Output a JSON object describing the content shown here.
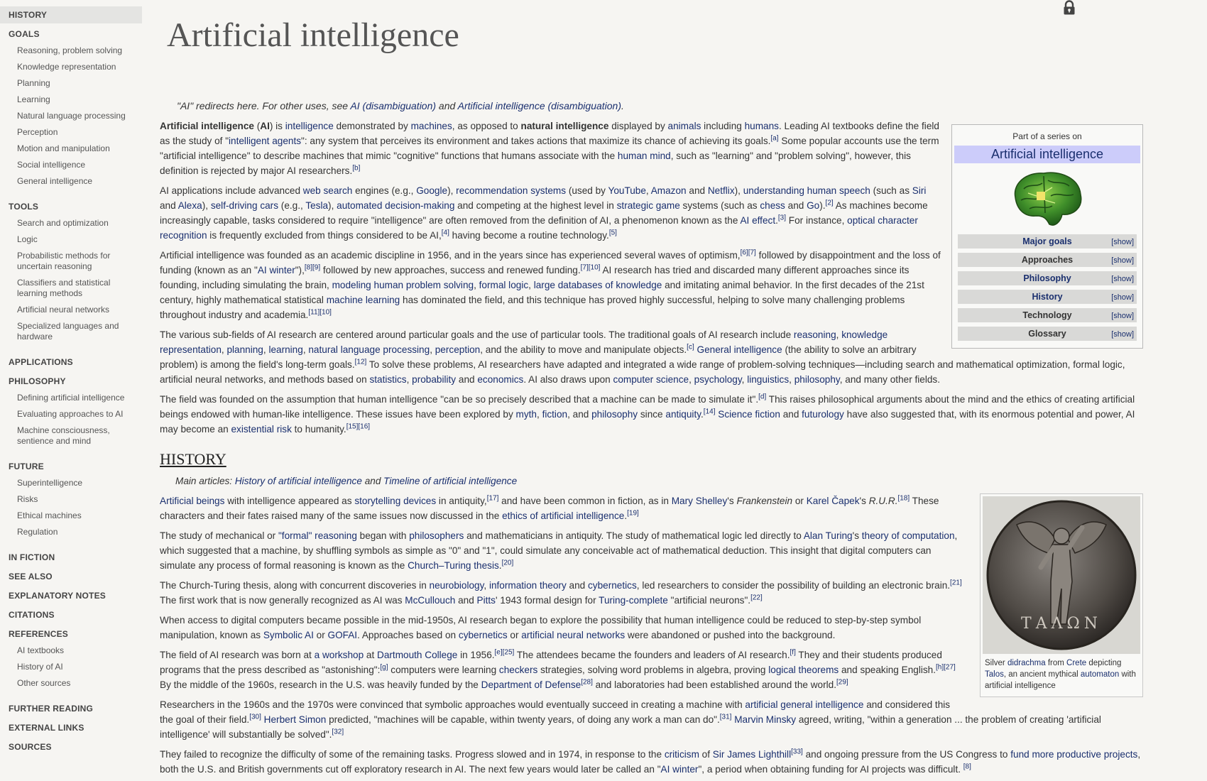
{
  "sidebar": {
    "sections": [
      {
        "label": "HISTORY",
        "items": []
      },
      {
        "label": "GOALS",
        "items": [
          "Reasoning, problem solving",
          "Knowledge representation",
          "Planning",
          "Learning",
          "Natural language processing",
          "Perception",
          "Motion and manipulation",
          "Social intelligence",
          "General intelligence"
        ]
      },
      {
        "label": "TOOLS",
        "items": [
          "Search and optimization",
          "Logic",
          "Probabilistic methods for uncertain reasoning",
          "Classifiers and statistical learning methods",
          "Artificial neural networks",
          "Specialized languages and hardware"
        ]
      },
      {
        "label": "APPLICATIONS",
        "items": []
      },
      {
        "label": "PHILOSOPHY",
        "items": [
          "Defining artificial intelligence",
          "Evaluating approaches to AI",
          "Machine consciousness, sentience and mind"
        ]
      },
      {
        "label": "FUTURE",
        "items": [
          "Superintelligence",
          "Risks",
          "Ethical machines",
          "Regulation"
        ]
      },
      {
        "label": "IN FICTION",
        "items": []
      },
      {
        "label": "SEE ALSO",
        "items": []
      },
      {
        "label": "EXPLANATORY NOTES",
        "items": []
      },
      {
        "label": "CITATIONS",
        "items": []
      },
      {
        "label": "REFERENCES",
        "items": [
          "AI textbooks",
          "History of AI",
          "Other sources"
        ]
      },
      {
        "label": "FURTHER READING",
        "items": []
      },
      {
        "label": "EXTERNAL LINKS",
        "items": []
      },
      {
        "label": "SOURCES",
        "items": []
      }
    ]
  },
  "page": {
    "title": "Artificial intelligence",
    "hatnote_html": "\"AI\" redirects here. For other uses, see <a>AI (disambiguation)</a> and <a>Artificial intelligence (disambiguation)</a>."
  },
  "infobox": {
    "part_of": "Part of a series on",
    "title": "Artificial intelligence",
    "rows": [
      {
        "label": "Major goals",
        "show": "[show]"
      },
      {
        "label": "Approaches",
        "show": "[show]"
      },
      {
        "label": "Philosophy",
        "show": "[show]"
      },
      {
        "label": "History",
        "show": "[show]"
      },
      {
        "label": "Technology",
        "show": "[show]"
      },
      {
        "label": "Glossary",
        "show": "[show]"
      }
    ]
  },
  "intro_paragraphs": [
    "<b>Artificial intelligence</b> (<b>AI</b>) is <a>intelligence</a> demonstrated by <a>machines</a>, as opposed to <b>natural intelligence</b> displayed by <a>animals</a> including <a>humans</a>. Leading AI textbooks define the field as the study of \"<a>intelligent agents</a>\": any system that perceives its environment and takes actions that maximize its chance of achieving its goals.<sup><a>[a]</a></sup> Some popular accounts use the term \"artificial intelligence\" to describe machines that mimic \"cognitive\" functions that humans associate with the <a>human mind</a>, such as \"learning\" and \"problem solving\", however, this definition is rejected by major AI researchers.<sup><a>[b]</a></sup>",
    "AI applications include advanced <a>web search</a> engines (e.g., <a>Google</a>), <a>recommendation systems</a> (used by <a>YouTube</a>, <a>Amazon</a> and <a>Netflix</a>), <a>understanding human speech</a> (such as <a>Siri</a> and <a>Alexa</a>), <a>self-driving cars</a> (e.g., <a>Tesla</a>), <a>automated decision-making</a> and competing at the highest level in <a>strategic game</a> systems (such as <a>chess</a> and <a>Go</a>).<sup><a>[2]</a></sup> As machines become increasingly capable, tasks considered to require \"intelligence\" are often removed from the definition of AI, a phenomenon known as the <a>AI effect</a>.<sup><a>[3]</a></sup> For instance, <a>optical character recognition</a> is frequently excluded from things considered to be AI,<sup><a>[4]</a></sup> having become a routine technology.<sup><a>[5]</a></sup>",
    "Artificial intelligence was founded as an academic discipline in 1956, and in the years since has experienced several waves of optimism,<sup><a>[6][7]</a></sup> followed by disappointment and the loss of funding (known as an \"<a>AI winter</a>\"),<sup><a>[8][9]</a></sup> followed by new approaches, success and renewed funding.<sup><a>[7][10]</a></sup> AI research has tried and discarded many different approaches since its founding, including simulating the brain, <a>modeling human problem solving</a>, <a>formal logic</a>, <a>large databases of knowledge</a> and imitating animal behavior. In the first decades of the 21st century, highly mathematical statistical <a>machine learning</a> has dominated the field, and this technique has proved highly successful, helping to solve many challenging problems throughout industry and academia.<sup><a>[11][10]</a></sup>",
    "The various sub-fields of AI research are centered around particular goals and the use of particular tools. The traditional goals of AI research include <a>reasoning</a>, <a>knowledge representation</a>, <a>planning</a>, <a>learning</a>, <a>natural language processing</a>, <a>perception</a>, and the ability to move and manipulate objects.<sup><a>[c]</a></sup> <a>General intelligence</a> (the ability to solve an arbitrary problem) is among the field's long-term goals.<sup><a>[12]</a></sup> To solve these problems, AI researchers have adapted and integrated a wide range of problem-solving techniques—including search and mathematical optimization, formal logic, artificial neural networks, and methods based on <a>statistics</a>, <a>probability</a> and <a>economics</a>. AI also draws upon <a>computer science</a>, <a>psychology</a>, <a>linguistics</a>, <a>philosophy</a>, and many other fields.",
    "The field was founded on the assumption that human intelligence \"can be so precisely described that a machine can be made to simulate it\".<sup><a>[d]</a></sup> This raises philosophical arguments about the mind and the ethics of creating artificial beings endowed with human-like intelligence. These issues have been explored by <a>myth</a>, <a>fiction</a>, and <a>philosophy</a> since <a>antiquity</a>.<sup><a>[14]</a></sup> <a>Science fiction</a> and <a>futurology</a> have also suggested that, with its enormous potential and power, AI may become an <a>existential risk</a> to humanity.<sup><a>[15][16]</a></sup>"
  ],
  "history": {
    "heading": "HISTORY",
    "hatnote_html": "Main articles: <a>History of artificial intelligence</a> and <a>Timeline of artificial intelligence</a>",
    "figure_caption_html": "Silver <a>didrachma</a> from <a>Crete</a> depicting <a>Talos</a>, an ancient mythical <a>automaton</a> with artificial intelligence",
    "coin_inscription": "ΤΑΛΩΝ",
    "paragraphs": [
      "<a>Artificial beings</a> with intelligence appeared as <a>storytelling devices</a> in antiquity,<sup><a>[17]</a></sup> and have been common in fiction, as in <a>Mary Shelley</a>'s <i>Frankenstein</i> or <a>Karel Čapek</a>'s <i>R.U.R.</i><sup><a>[18]</a></sup> These characters and their fates raised many of the same issues now discussed in the <a>ethics of artificial intelligence</a>.<sup><a>[19]</a></sup>",
      "The study of mechanical or <a>\"formal\" reasoning</a> began with <a>philosophers</a> and mathematicians in antiquity. The study of mathematical logic led directly to <a>Alan Turing</a>'s <a>theory of computation</a>, which suggested that a machine, by shuffling symbols as simple as \"0\" and \"1\", could simulate any conceivable act of mathematical deduction. This insight that digital computers can simulate any process of formal reasoning is known as the <a>Church–Turing thesis</a>.<sup><a>[20]</a></sup>",
      "The Church-Turing thesis, along with concurrent discoveries in <a>neurobiology</a>, <a>information theory</a> and <a>cybernetics</a>, led researchers to consider the possibility of building an electronic brain.<sup><a>[21]</a></sup> The first work that is now generally recognized as AI was <a>McCullouch</a> and <a>Pitts</a>' 1943 formal design for <a>Turing-complete</a> \"artificial neurons\".<sup><a>[22]</a></sup>",
      "When access to digital computers became possible in the mid-1950s, AI research began to explore the possibility that human intelligence could be reduced to step-by-step symbol manipulation, known as <a>Symbolic AI</a> or <a>GOFAI</a>. Approaches based on <a>cybernetics</a> or <a>artificial neural networks</a> were abandoned or pushed into the background.",
      "The field of AI research was born at <a>a workshop</a> at <a>Dartmouth College</a> in 1956.<sup><a>[e][25]</a></sup> The attendees became the founders and leaders of AI research.<sup><a>[f]</a></sup> They and their students produced programs that the press described as \"astonishing\":<sup><a>[g]</a></sup> computers were learning <a>checkers</a> strategies, solving word problems in algebra, proving <a>logical theorems</a> and speaking English.<sup><a>[h][27]</a></sup> By the middle of the 1960s, research in the U.S. was heavily funded by the <a>Department of Defense</a><sup><a>[28]</a></sup> and laboratories had been established around the world.<sup><a>[29]</a></sup>",
      "Researchers in the 1960s and the 1970s were convinced that symbolic approaches would eventually succeed in creating a machine with <a>artificial general intelligence</a> and considered this the goal of their field.<sup><a>[30]</a></sup> <a>Herbert Simon</a> predicted, \"machines will be capable, within twenty years, of doing any work a man can do\".<sup><a>[31]</a></sup> <a>Marvin Minsky</a> agreed, writing, \"within a generation ... the problem of creating 'artificial intelligence' will substantially be solved\".<sup><a>[32]</a></sup>",
      "They failed to recognize the difficulty of some of the remaining tasks. Progress slowed and in 1974, in response to the <a>criticism</a> of <a>Sir James Lighthill</a><sup><a>[33]</a></sup> and ongoing pressure from the US Congress to <a>fund more productive projects</a>, both the U.S. and British governments cut off exploratory research in AI. The next few years would later be called an \"<a>AI winter</a>\", a period when obtaining funding for AI projects was difficult. <sup><a>[8]</a></sup>"
    ]
  },
  "colors": {
    "link": "#1a2f6e",
    "infobox_title_bg": "#ccccfa",
    "infobox_row_bg": "#d9d9d7",
    "page_bg": "#f6f5f2"
  },
  "icons": {
    "lock": "lock-icon",
    "brain": "brain-image",
    "coin": "coin-image"
  }
}
